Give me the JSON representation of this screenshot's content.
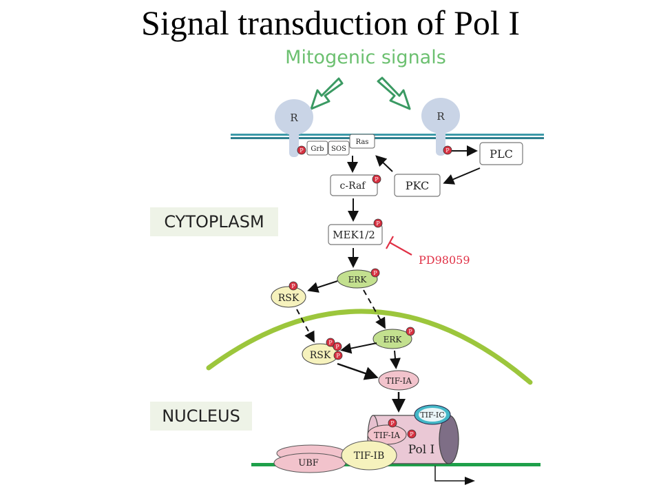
{
  "slide": {
    "title": "Signal transduction of Pol I"
  },
  "diagram": {
    "top_label": "Mitogenic signals",
    "compartments": {
      "cytoplasm": "CYTOPLASM",
      "nucleus": "NUCLEUS"
    },
    "receptor_label": "R",
    "phospho_label": "P",
    "nodes": {
      "grb": "Grb",
      "sos": "SOS",
      "ras": "Ras",
      "plc": "PLC",
      "pkc": "PKC",
      "craf": "c-Raf",
      "mek": "MEK1/2",
      "inhibitor": "PD98059",
      "erk": "ERK",
      "rsk": "RSK",
      "tifia": "TIF-IA",
      "tific": "TIF-IC",
      "tifib": "TIF-IB",
      "ubf": "UBF",
      "pol1": "Pol I"
    },
    "colors": {
      "mitogenic_text": "#6cc070",
      "signal_arrow": "#4caf7a",
      "membrane": "#3d9aa8",
      "receptor": "#c9d4e6",
      "phospho": "#d63040",
      "erk_fill": "#c3e08f",
      "rsk_fill": "#f6f2bd",
      "tif_fill": "#f2c3cc",
      "tific_fill": "#44b7c7",
      "pol_fill": "#7e6e86",
      "nuclear_envelope": "#9cc63c",
      "dna": "#1ea04a",
      "inhibitor": "#e03045",
      "label_box": "#eef3e7"
    }
  }
}
